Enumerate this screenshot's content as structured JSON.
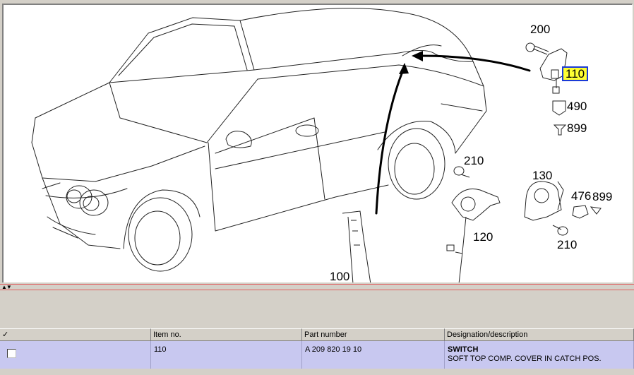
{
  "diagram": {
    "callouts": [
      {
        "id": "200",
        "label": "200"
      },
      {
        "id": "110",
        "label": "110",
        "selected": true
      },
      {
        "id": "490",
        "label": "490"
      },
      {
        "id": "899a",
        "label": "899"
      },
      {
        "id": "210a",
        "label": "210"
      },
      {
        "id": "130",
        "label": "130"
      },
      {
        "id": "476",
        "label": "476"
      },
      {
        "id": "899b",
        "label": "899"
      },
      {
        "id": "120",
        "label": "120"
      },
      {
        "id": "210b",
        "label": "210"
      },
      {
        "id": "100",
        "label": "100"
      }
    ]
  },
  "splitter": {
    "icon": "collapse-arrows-icon"
  },
  "grid": {
    "headers": {
      "check": "✓",
      "item_no": "Item no.",
      "part_number": "Part number",
      "designation": "Designation/description"
    },
    "rows": [
      {
        "checked": false,
        "item_no": "110",
        "part_number": "A 209 820 19 10",
        "designation_title": "SWITCH",
        "designation_detail": "SOFT TOP COMP. COVER IN CATCH POS."
      }
    ]
  },
  "colors": {
    "selected_row": "#c8c8f0",
    "callout_highlight": "#ffff33",
    "callout_border": "#1a3ad6"
  }
}
